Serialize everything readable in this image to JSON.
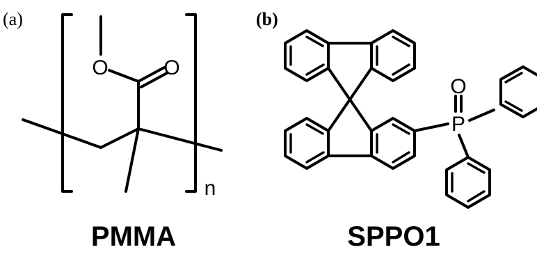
{
  "panels": [
    {
      "label": "(a)",
      "compound": "PMMA",
      "atoms": {
        "ester_oxygen": "O",
        "carbonyl_oxygen": "O",
        "repeat_subscript": "n"
      }
    },
    {
      "label": "(b)",
      "compound": "SPPO1",
      "atoms": {
        "phosphorus": "P",
        "phosphoryl_oxygen": "O"
      }
    }
  ]
}
